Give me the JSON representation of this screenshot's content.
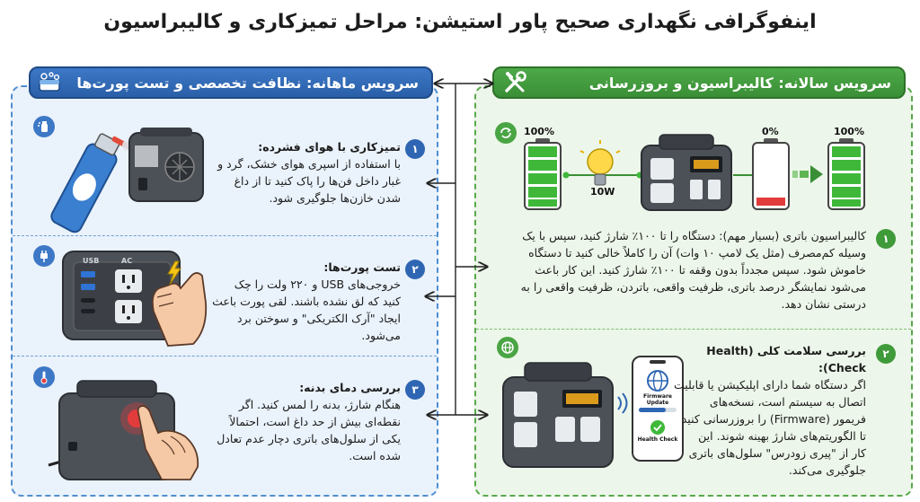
{
  "title": "اینفوگرافی نگهداری صحیح پاور استیشن: مراحل تمیزکاری و کالیبراسیون",
  "left": {
    "header": "سرویس ماهانه: نظافت تخصصی و تست پورت‌ها",
    "items": [
      {
        "number": "۱",
        "heading": "تمیزکاری با هوای فشرده:",
        "lines": [
          "با استفاده از اسپری هوای خشک، گرد و",
          "غبار داخل فن‌ها را پاک کنید تا از داغ",
          "شدن خازن‌ها جلوگیری شود."
        ]
      },
      {
        "number": "۲",
        "heading": "تست پورت‌ها:",
        "lines": [
          "خروجی‌های USB و ۲۲۰ ولت را چک",
          "کنید که لق نشده باشند. لقی پورت باعث",
          "ایجاد \"آرک الکتریکی\" و سوختن برد",
          "می‌شود."
        ],
        "device_labels": [
          "USB",
          "AC"
        ]
      },
      {
        "number": "۳",
        "heading": "بررسی دمای بدنه:",
        "lines": [
          "هنگام شارژ، بدنه را لمس کنید. اگر",
          "نقطه‌ای بیش از حد داغ است، احتمالاً",
          "یکی از سلول‌های باتری دچار عدم تعادل",
          "شده است."
        ]
      }
    ]
  },
  "right": {
    "header": "سرویس سالانه: کالیبراسیون و بروزرسانی",
    "battery_labels": [
      "100%",
      "0%",
      "100%"
    ],
    "bulb_label": "10W",
    "items": [
      {
        "number": "۱",
        "heading": "کالیبراسیون باتری (بسیار مهم):",
        "lines": [
          "کالیبراسیون باتری (بسیار مهم): دستگاه را تا ۱۰۰٪ شارژ کنید، سپس با یک",
          "وسیله کم‌مصرف (مثل یک لامپ ۱۰ وات) آن را کاملاً خالی کنید تا دستگاه",
          "خاموش شود. سپس مجدداً بدون وقفه تا ۱۰۰٪ شارژ کنید. این کار باعث",
          "می‌شود نمایشگر درصد باتری، ظرفیت واقعی، باتردن، ظرفیت واقعی را به",
          "درستی نشان دهد."
        ]
      },
      {
        "number": "۲",
        "heading": "بررسی سلامت کلی (Health Check):",
        "lines": [
          "اگر دستگاه شما دارای اپلیکیشن یا قابلیت",
          "اتصال به سیستم است، نسخه‌های",
          "فریمور (Firmware) را بروزرسانی کنید",
          "تا الگوریتم‌های شارژ بهینه شوند. این",
          "کار از \"پیری زودرس\" سلول‌های باتری",
          "جلوگیری می‌کند."
        ]
      }
    ],
    "phone": {
      "firmware_label": "Firmware Update",
      "health_label": "Health Check"
    }
  },
  "colors": {
    "blue": "#3d78c6",
    "green": "#4aa544",
    "red": "#e23b3b",
    "battery_green": "#3fb83a"
  }
}
